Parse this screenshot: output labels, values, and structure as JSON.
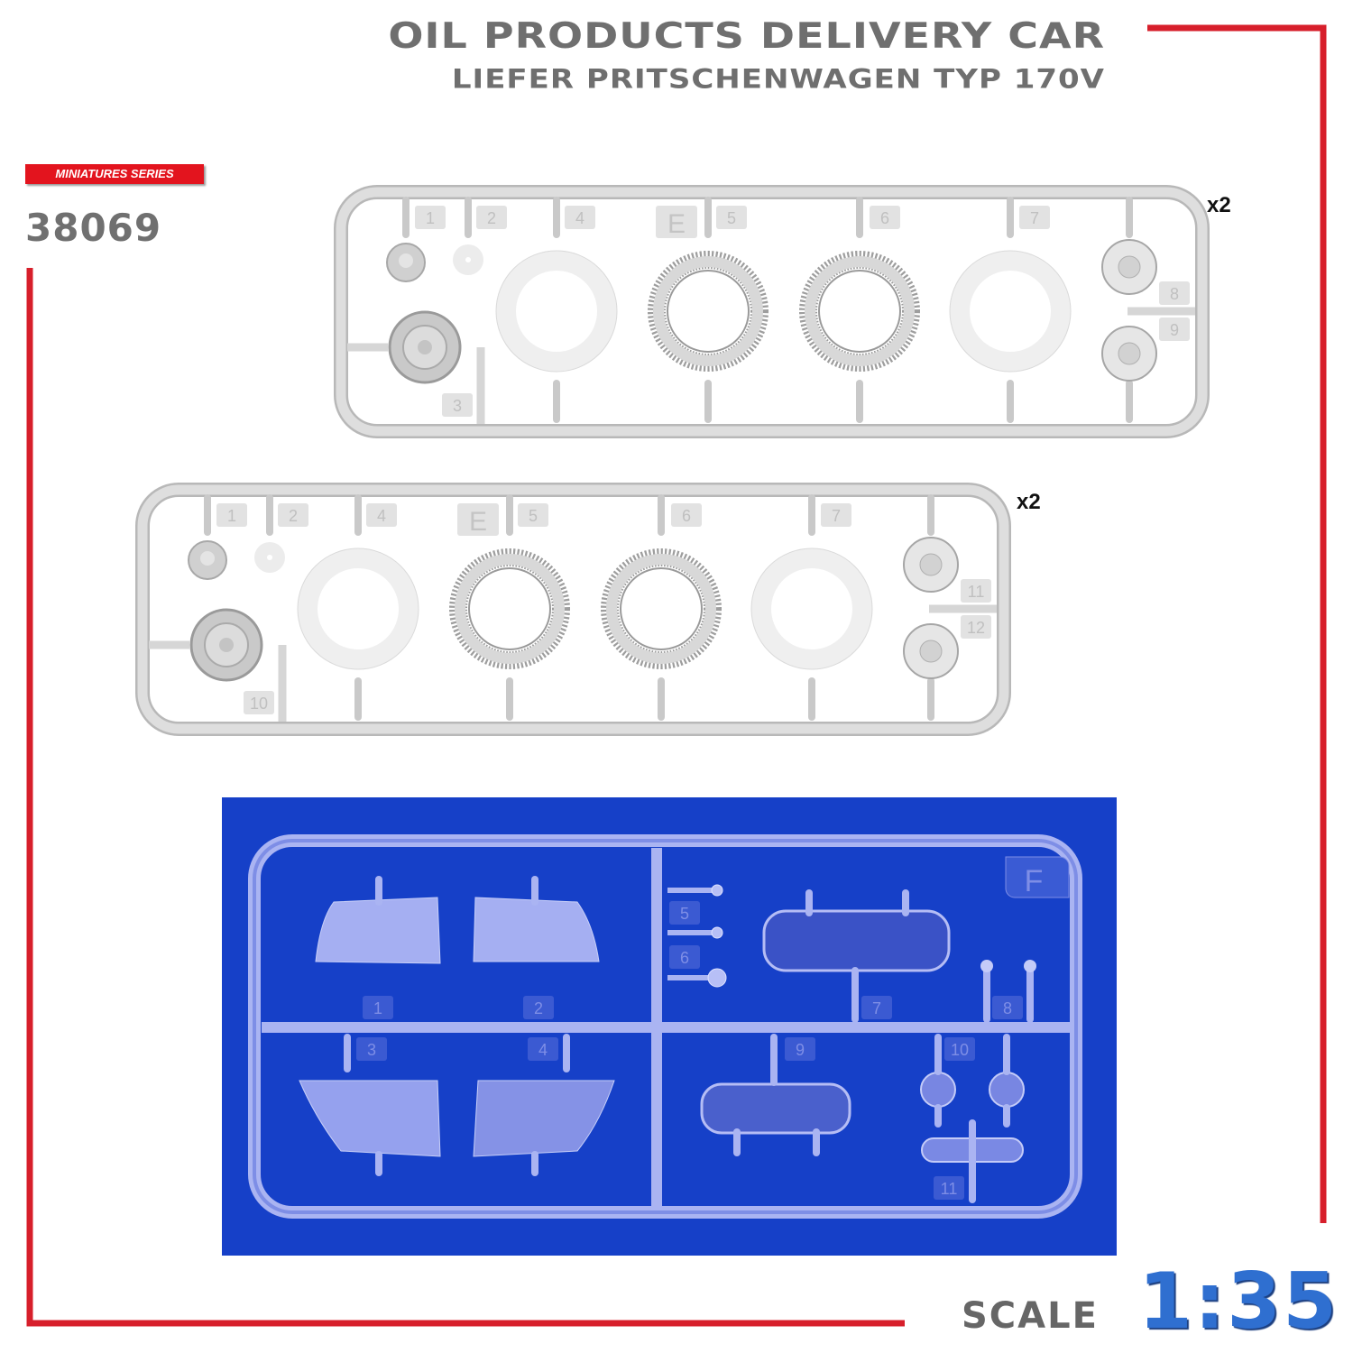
{
  "header": {
    "title": "OIL PRODUCTS DELIVERY CAR",
    "subtitle": "LIEFER PRITSCHENWAGEN TYP 170V"
  },
  "badge": {
    "series": "MINIATURES SERIES",
    "kit_number": "38069"
  },
  "sprue_e_top": {
    "letter": "E",
    "multiplier": "x2",
    "parts": [
      "1",
      "2",
      "4",
      "5",
      "6",
      "7",
      "8",
      "9",
      "3"
    ]
  },
  "sprue_e_bottom": {
    "letter": "E",
    "multiplier": "x2",
    "parts": [
      "1",
      "2",
      "4",
      "5",
      "6",
      "7",
      "11",
      "12",
      "10"
    ]
  },
  "sprue_f": {
    "letter": "F",
    "parts": [
      "1",
      "2",
      "3",
      "4",
      "5",
      "6",
      "7",
      "8",
      "9",
      "10",
      "11"
    ]
  },
  "scale": {
    "label": "SCALE",
    "value": "1:35"
  },
  "colors": {
    "frame_red": "#d71f2b",
    "clear_bg": "#1640c8",
    "scale_blue": "#2f6fd0",
    "text_grey": "#6f6f6f"
  }
}
